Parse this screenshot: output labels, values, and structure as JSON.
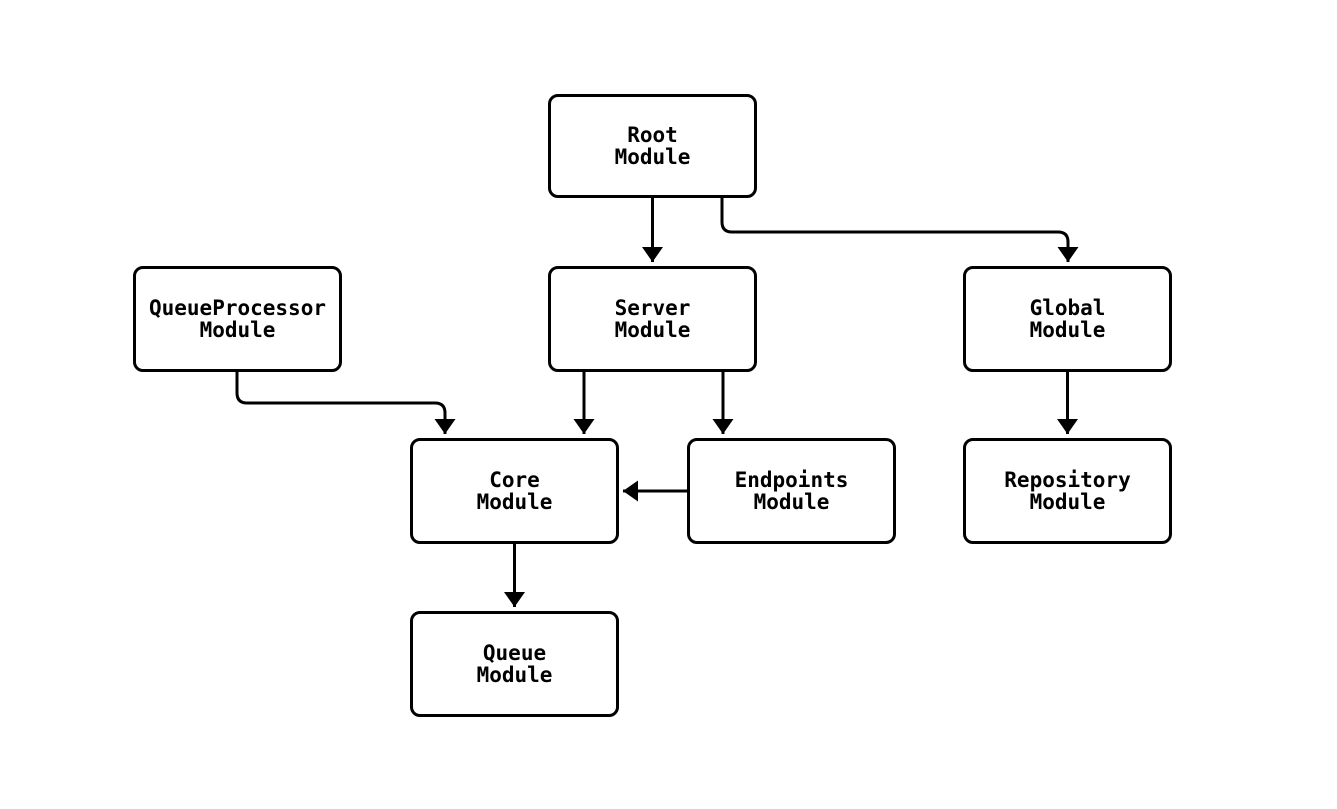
{
  "diagram": {
    "type": "flowchart",
    "background_color": "#ffffff",
    "node_border_color": "#000000",
    "node_fill_color": "#ffffff",
    "edge_color": "#000000",
    "text_color": "#000000",
    "nodes": {
      "root": {
        "line1": "Root",
        "line2": "Module"
      },
      "queueprocessor": {
        "line1": "QueueProcessor",
        "line2": "Module"
      },
      "server": {
        "line1": "Server",
        "line2": "Module"
      },
      "global": {
        "line1": "Global",
        "line2": "Module"
      },
      "core": {
        "line1": "Core",
        "line2": "Module"
      },
      "endpoints": {
        "line1": "Endpoints",
        "line2": "Module"
      },
      "repository": {
        "line1": "Repository",
        "line2": "Module"
      },
      "queue": {
        "line1": "Queue",
        "line2": "Module"
      }
    },
    "edges": [
      {
        "from": "Root Module",
        "to": "Server Module"
      },
      {
        "from": "Root Module",
        "to": "Global Module"
      },
      {
        "from": "QueueProcessor Module",
        "to": "Core Module"
      },
      {
        "from": "Server Module",
        "to": "Core Module"
      },
      {
        "from": "Server Module",
        "to": "Endpoints Module"
      },
      {
        "from": "Endpoints Module",
        "to": "Core Module"
      },
      {
        "from": "Global Module",
        "to": "Repository Module"
      },
      {
        "from": "Core Module",
        "to": "Queue Module"
      }
    ]
  }
}
